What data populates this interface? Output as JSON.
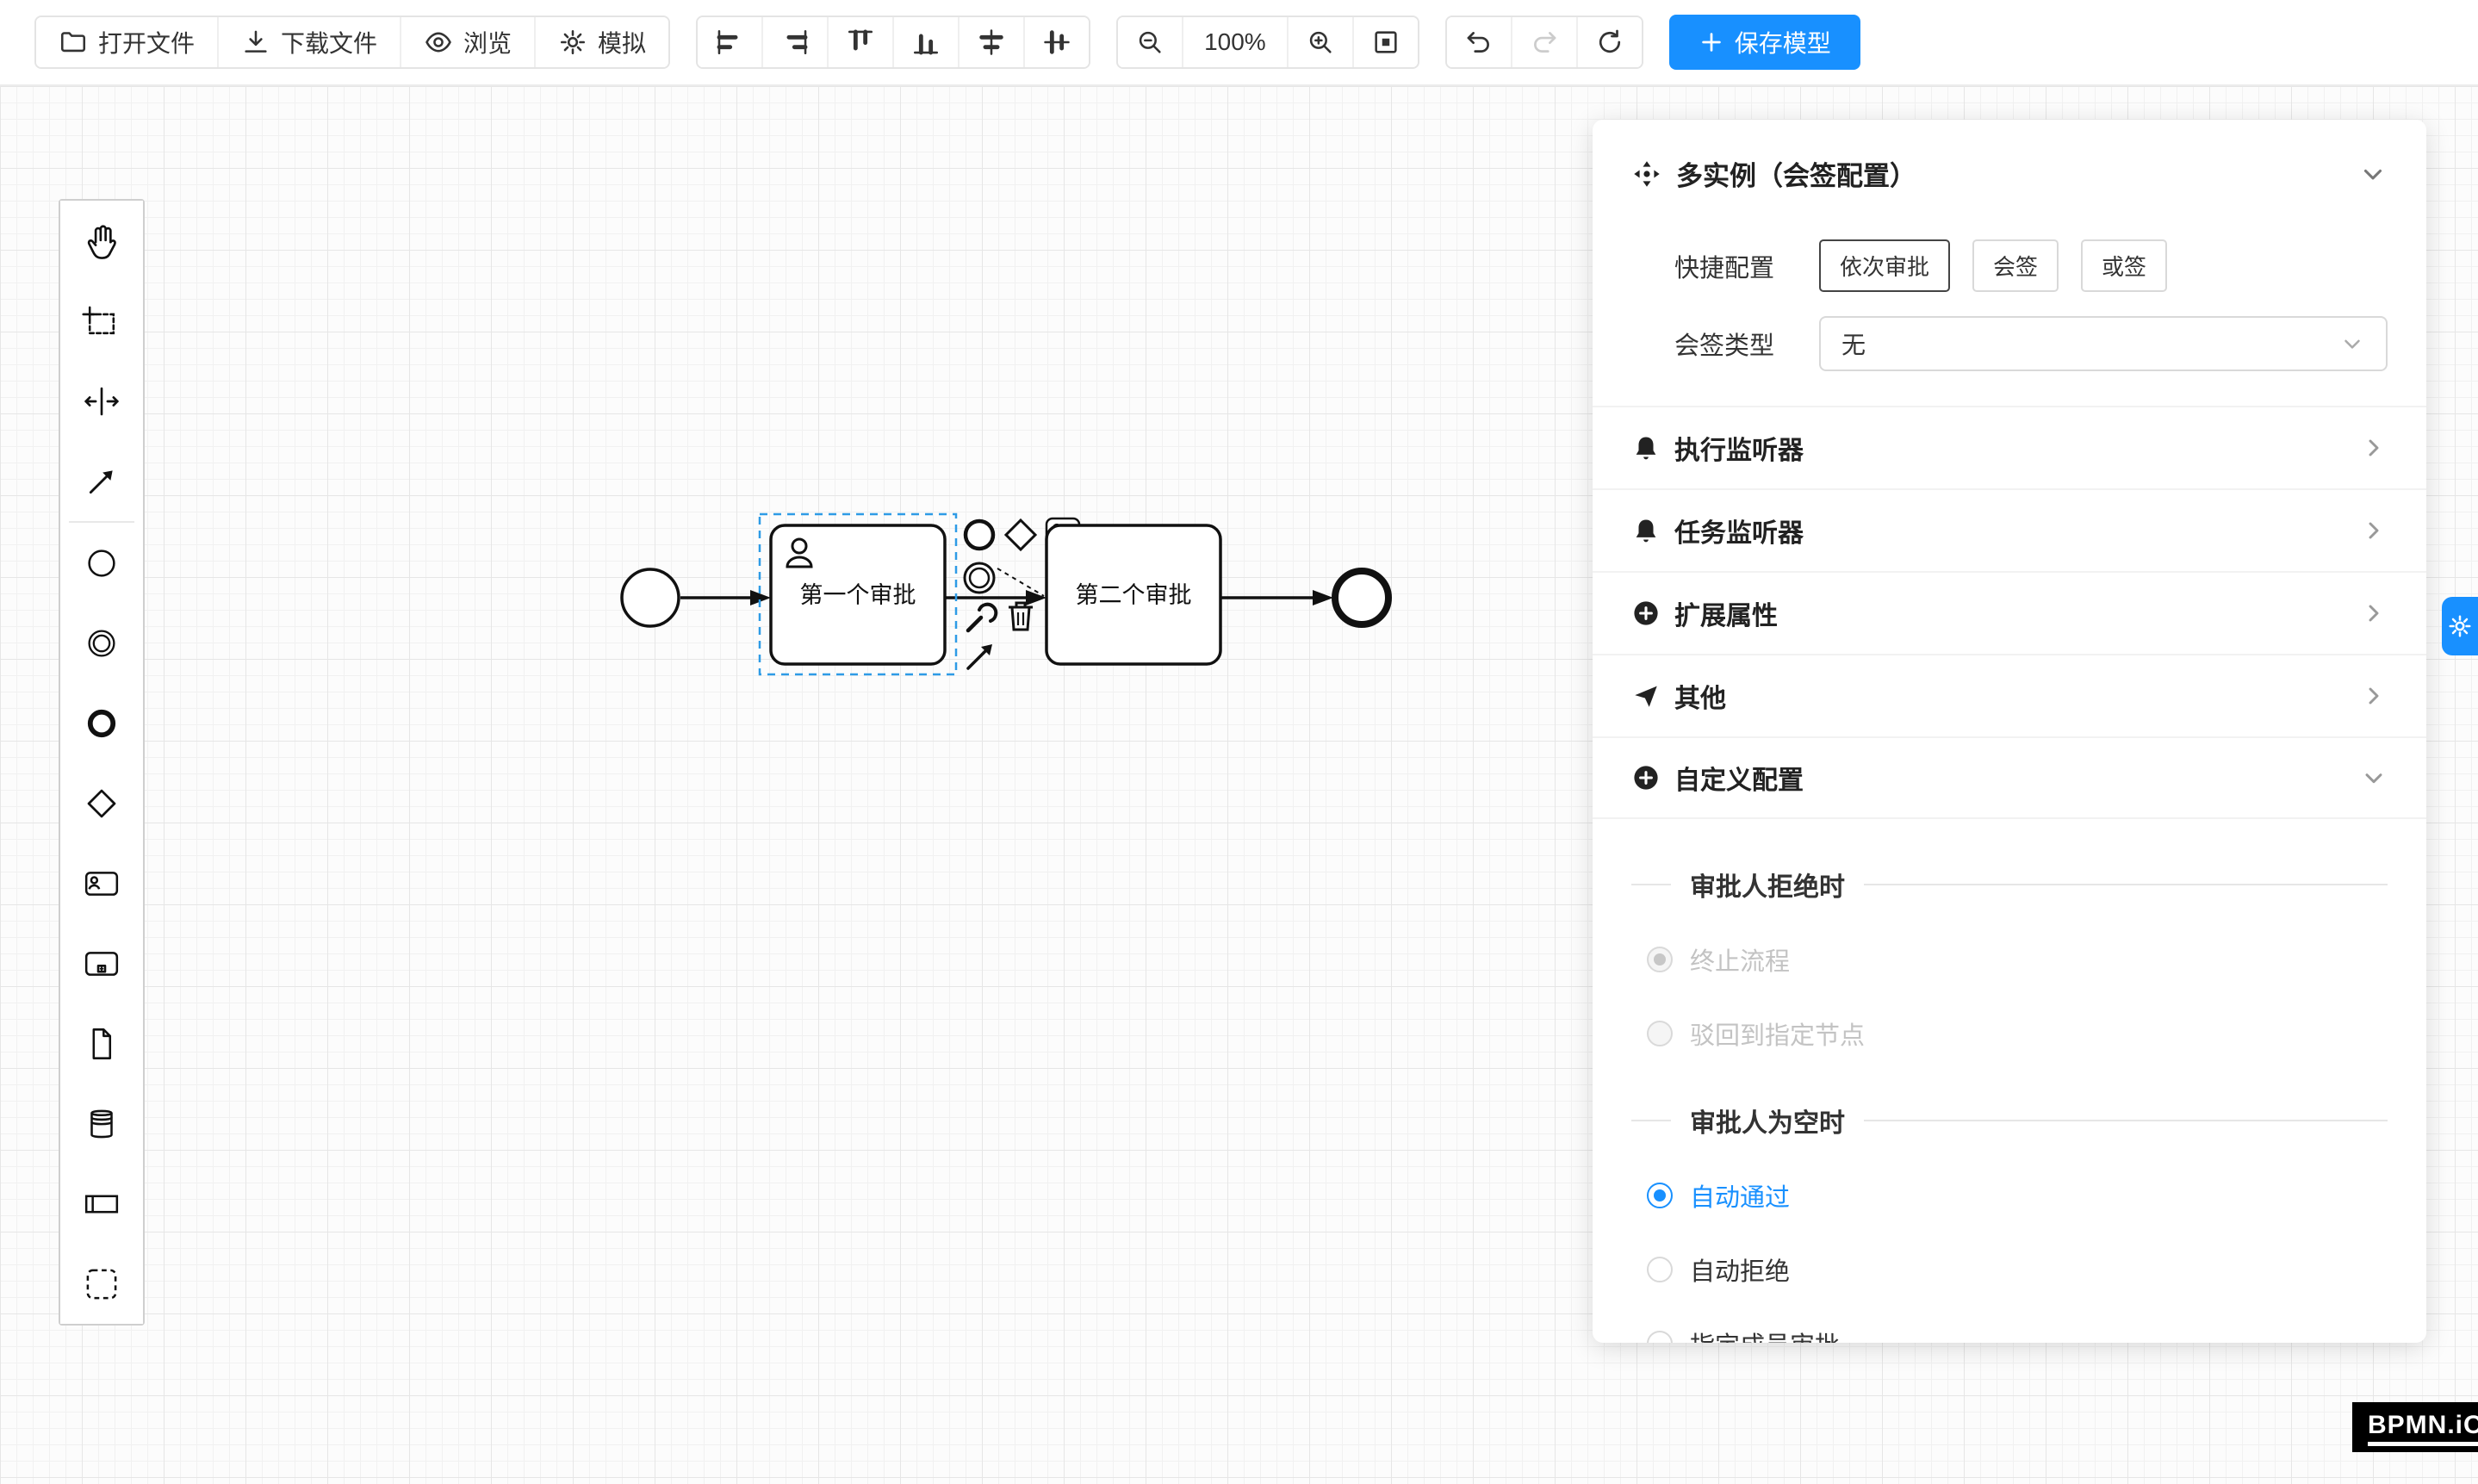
{
  "toolbar": {
    "open_label": "打开文件",
    "download_label": "下载文件",
    "preview_label": "浏览",
    "simulate_label": "模拟",
    "zoom_level": "100%",
    "save_label": "保存模型"
  },
  "diagram": {
    "task1_label": "第一个审批",
    "task2_label": "第二个审批"
  },
  "panel": {
    "title": "多实例（会签配置）",
    "quick_config_label": "快捷配置",
    "quick_options": [
      "依次审批",
      "会签",
      "或签"
    ],
    "quick_active": "依次审批",
    "type_label": "会签类型",
    "type_value": "无",
    "sections": [
      {
        "label": "执行监听器"
      },
      {
        "label": "任务监听器"
      },
      {
        "label": "扩展属性"
      },
      {
        "label": "其他"
      },
      {
        "label": "自定义配置"
      }
    ],
    "custom": {
      "reject_title": "审批人拒绝时",
      "reject_options": [
        "终止流程",
        "驳回到指定节点"
      ],
      "reject_selected": "终止流程",
      "empty_title": "审批人为空时",
      "empty_options": [
        "自动通过",
        "自动拒绝",
        "指定成员审批"
      ],
      "empty_selected": "自动通过"
    }
  },
  "logo": {
    "text": "BPMN.iO"
  },
  "colors": {
    "accent": "#1890ff",
    "stroke": "#111111",
    "grid": "#ececec"
  }
}
